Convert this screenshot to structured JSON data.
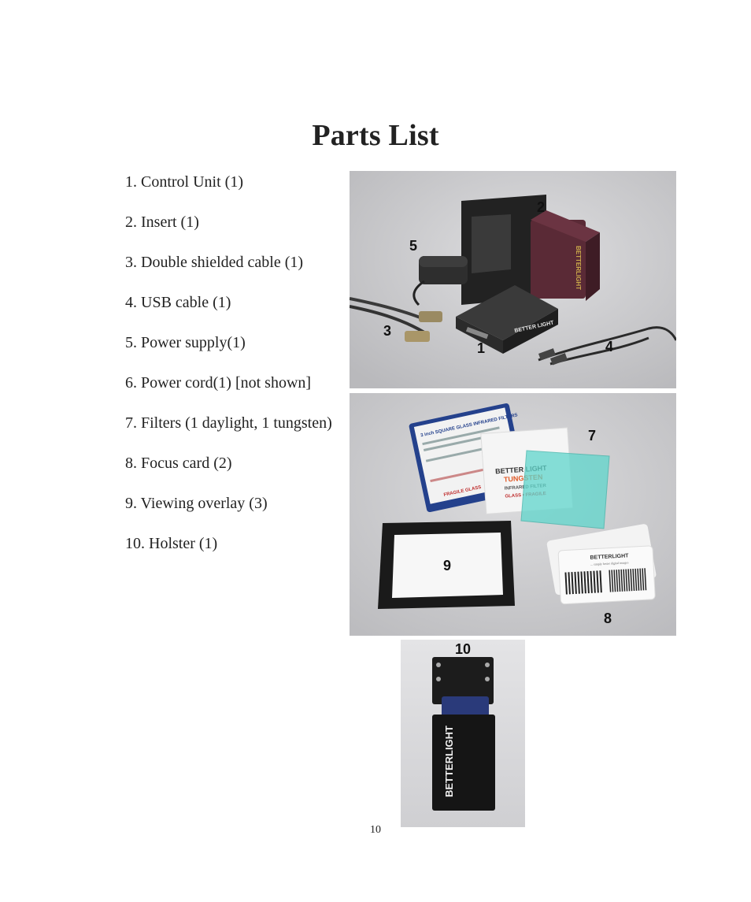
{
  "page": {
    "title": "Parts List",
    "page_number": "10"
  },
  "parts": [
    "1. Control Unit (1)",
    "2. Insert (1)",
    "3. Double shielded cable (1)",
    "4. USB cable (1)",
    "5. Power supply(1)",
    "6. Power cord(1) [not shown]",
    "7. Filters (1 daylight, 1 tungsten)",
    "8. Focus card (2)",
    "9. Viewing overlay (3)",
    "10. Holster (1)"
  ],
  "photo_labels": {
    "control_unit": "1",
    "insert": "2",
    "cable": "3",
    "usb_cable": "4",
    "power_supply": "5",
    "filters": "7",
    "focus_card": "8",
    "viewing_overlay": "9",
    "holster": "10"
  },
  "brand": {
    "unit_front": "BETTER LIGHT",
    "insert_side": "BETTERLIGHT",
    "holster": "BETTERLIGHT",
    "filter_box_heading": "3 inch SQUARE GLASS INFRARED FILTERS",
    "filter_box_footer": "FRAGILE  GLASS",
    "tungsten_card_brand": "BETTER LIGHT",
    "tungsten_card_type": "TUNGSTEN",
    "tungsten_card_filter": "INFRARED FILTER",
    "tungsten_card_footer": "GLASS • FRAGILE",
    "focus_card_brand": "BETTERLIGHT",
    "focus_card_tagline": "... simply better digital images"
  },
  "colors": {
    "photo_bg": "#c9c9cb",
    "unit_body": "#2b2b2b",
    "insert_side": "#5a2a36",
    "filter_glass": "#5fd6cc",
    "filter_box": "#24418c"
  }
}
